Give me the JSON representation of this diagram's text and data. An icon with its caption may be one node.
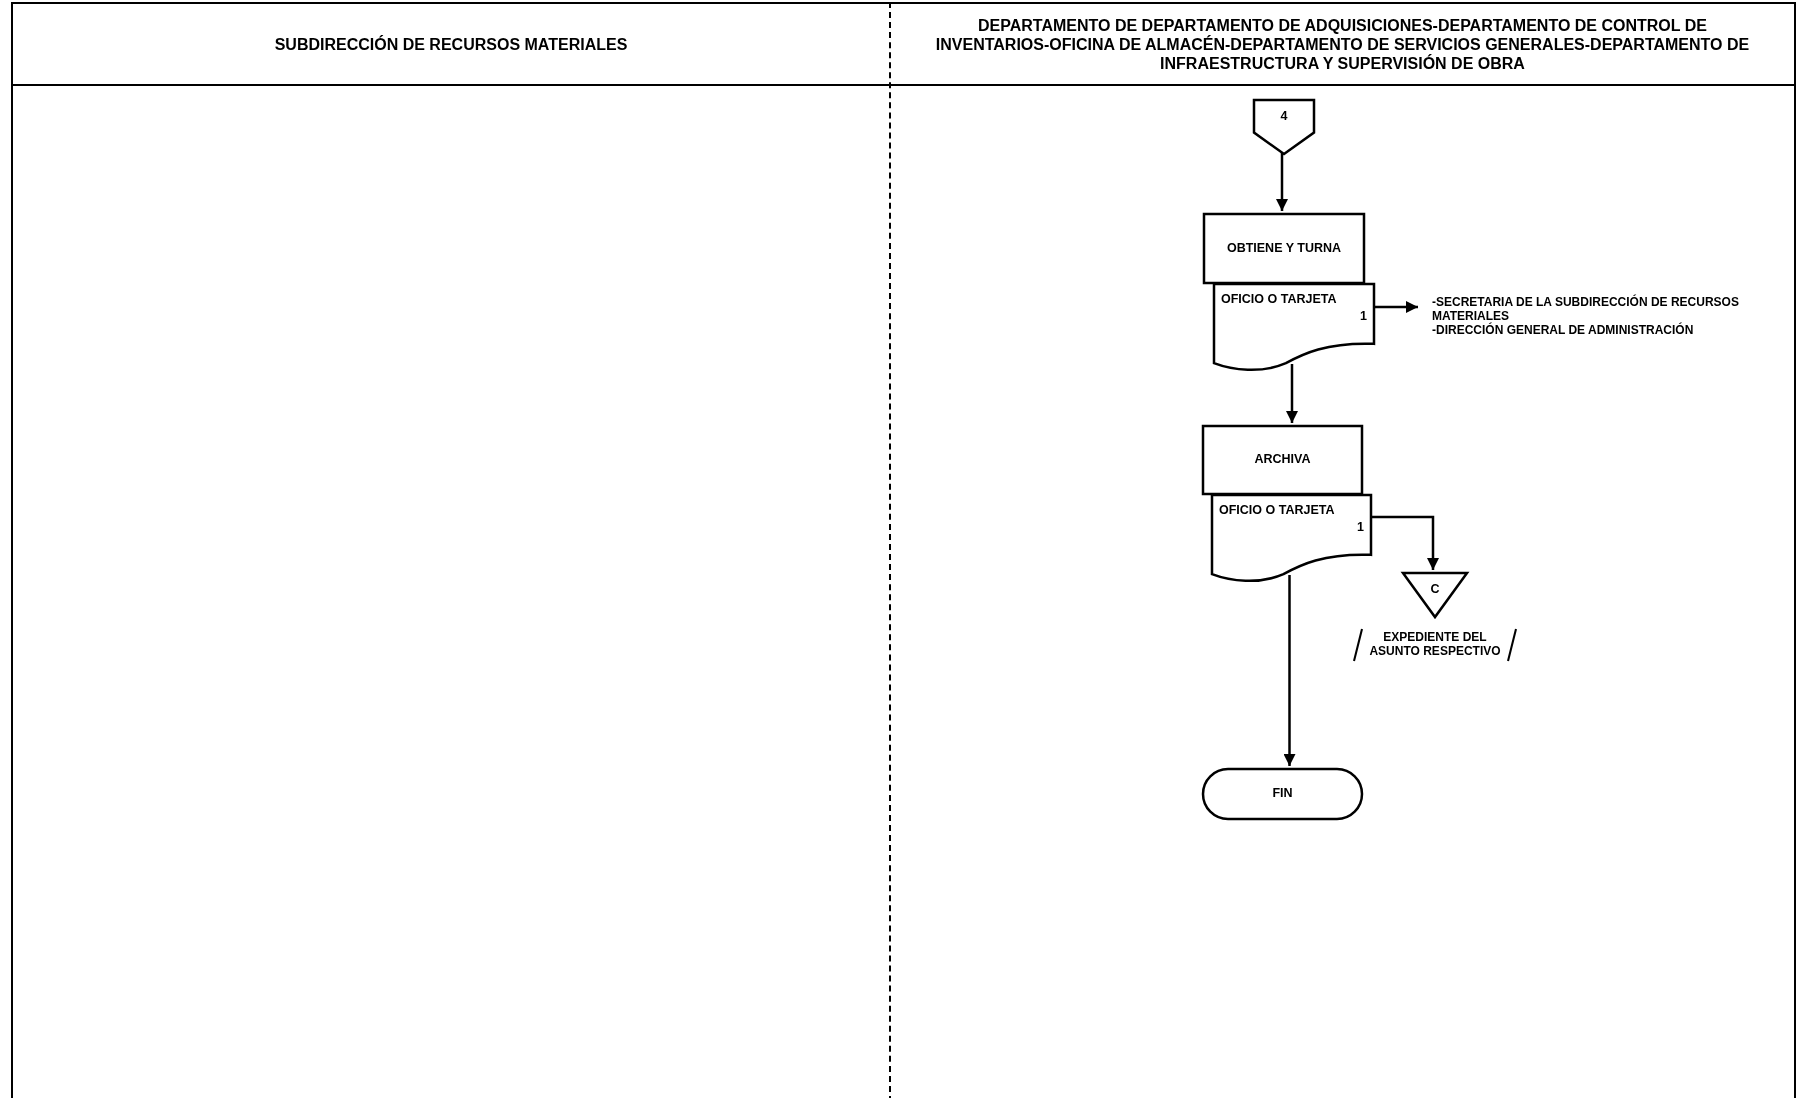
{
  "diagram": {
    "nodes": [
      {
        "text": [
          "SUBDIRECCIÓN DE RECURSOS MATERIALES"
        ]
      },
      {
        "text": [
          "DEPARTAMENTO DE DEPARTAMENTO DE ADQUISICIONES-DEPARTAMENTO DE CONTROL DE INVENTARIOS-OFICINA DE ALMACÉN-DEPARTAMENTO DE SERVICIOS GENERALES-DEPARTAMENTO DE INFRAESTRUCTURA Y SUPERVISIÓN DE OBRA"
        ]
      },
      {
        "text": [
          "4"
        ],
        "in": 1
      },
      {
        "text": [
          "OBTIENE Y TURNA"
        ],
        "in": 1
      },
      {
        "text": [
          "OFICIO O TARJETA",
          "1"
        ],
        "in": 1
      },
      {
        "text": [
          "-SECRETARIA DE LA SUBDIRECCIÓN DE RECURSOS MATERIALES",
          "-DIRECCIÓN GENERAL DE ADMINISTRACIÓN"
        ],
        "in": 1
      },
      {
        "text": [
          "ARCHIVA"
        ],
        "in": 1
      },
      {
        "text": [
          "OFICIO O TARJETA",
          "1"
        ],
        "in": 1
      },
      {
        "text": [
          "C"
        ],
        "beside": [
          "EXPEDIENTE DEL ASUNTO RESPECTIVO"
        ],
        "in": 1
      },
      {
        "text": [
          "FIN"
        ],
        "in": 1
      }
    ],
    "edges": [
      {
        "from": 2,
        "to": 3,
        "arrow": "to"
      },
      {
        "from": 4,
        "to": 5,
        "arrow": "to"
      },
      {
        "from": 4,
        "to": 6,
        "arrow": "to"
      },
      {
        "from": 7,
        "to": 8,
        "arrow": "to"
      },
      {
        "from": 7,
        "to": 9,
        "arrow": "to"
      }
    ]
  }
}
